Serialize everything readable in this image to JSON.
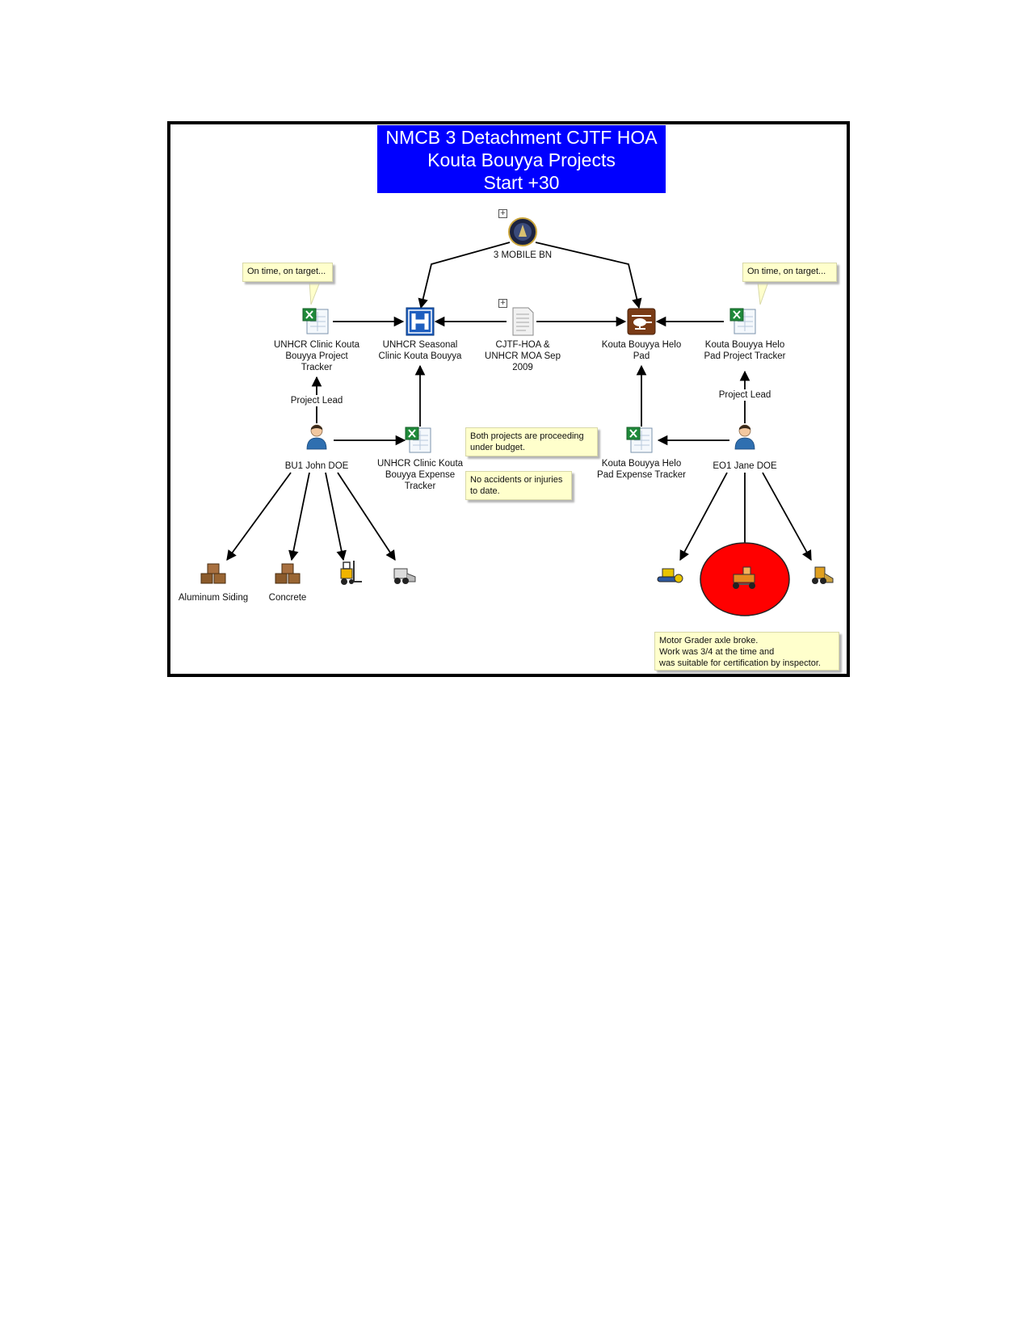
{
  "title": {
    "line1": "NMCB 3 Detachment CJTF HOA",
    "line2": "Kouta Bouyya Projects",
    "line3": "Start +30"
  },
  "colors": {
    "title_bg": "#0000ff",
    "alert_circle": "#ff0000",
    "note_bg": "#ffffcc",
    "helo_icon": "#7a3b16",
    "hospital_icon": "#1f5fbf"
  },
  "nodes": {
    "mobile_bn": {
      "label": "3 MOBILE BN",
      "icon": "unit-seal-icon"
    },
    "clinic_tracker": {
      "label_lines": [
        "UNHCR Clinic Kouta",
        "Bouyya Project",
        "Tracker"
      ],
      "icon": "spreadsheet-icon"
    },
    "clinic": {
      "label_lines": [
        "UNHCR Seasonal",
        "Clinic Kouta Bouyya"
      ],
      "icon": "hospital-icon"
    },
    "moa": {
      "label_lines": [
        "CJTF-HOA &",
        "UNHCR MOA Sep",
        "2009"
      ],
      "icon": "document-icon"
    },
    "helo_pad": {
      "label_lines": [
        "Kouta Bouyya Helo",
        "Pad"
      ],
      "icon": "helicopter-icon"
    },
    "helo_tracker": {
      "label_lines": [
        "Kouta Bouyya Helo",
        "Pad Project Tracker"
      ],
      "icon": "spreadsheet-icon"
    },
    "john": {
      "label": "BU1 John DOE",
      "icon": "person-icon"
    },
    "clinic_expense": {
      "label_lines": [
        "UNHCR Clinic Kouta",
        "Bouyya Expense",
        "Tracker"
      ],
      "icon": "spreadsheet-icon"
    },
    "helo_expense": {
      "label_lines": [
        "Kouta Bouyya Helo",
        "Pad Expense Tracker"
      ],
      "icon": "spreadsheet-icon"
    },
    "jane": {
      "label": "EO1 Jane DOE",
      "icon": "person-icon"
    },
    "aluminum": {
      "label": "Aluminum Siding",
      "icon": "boxes-icon"
    },
    "concrete": {
      "label": "Concrete",
      "icon": "boxes-icon"
    },
    "forklift": {
      "icon": "forklift-icon"
    },
    "skidsteer": {
      "icon": "skid-steer-icon"
    },
    "roller": {
      "icon": "roller-icon"
    },
    "grader": {
      "icon": "motor-grader-icon"
    },
    "loader": {
      "icon": "loader-icon"
    }
  },
  "edge_labels": {
    "left_project_lead": "Project Lead",
    "right_project_lead": "Project Lead"
  },
  "callouts": {
    "left": "On time, on target...",
    "right": "On time, on target..."
  },
  "notes": {
    "budget_lines": [
      "Both projects are proceeding",
      "under budget."
    ],
    "safety_lines": [
      "No accidents or injuries",
      "to date."
    ],
    "grader_lines": [
      "Motor Grader axle broke.",
      "Work was 3/4 at the time and",
      "was suitable for certification by inspector."
    ]
  },
  "expanders": [
    "+",
    "+"
  ]
}
